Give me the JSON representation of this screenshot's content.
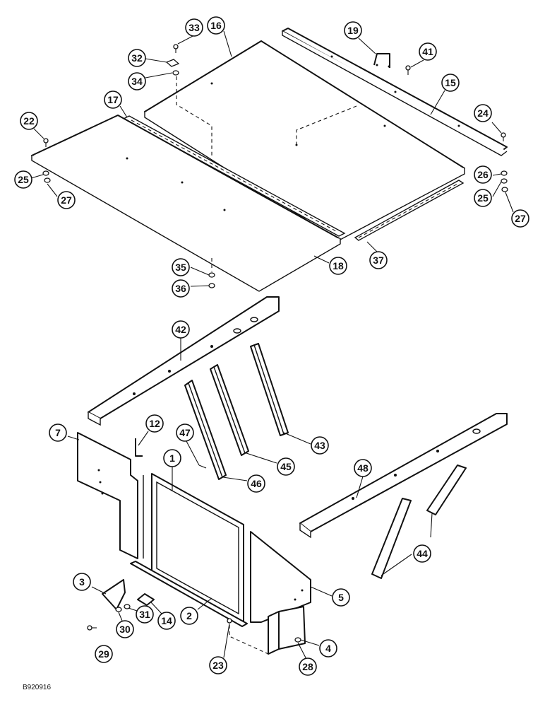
{
  "drawing_id": "B920916",
  "callouts": [
    "33",
    "16",
    "19",
    "41",
    "32",
    "34",
    "15",
    "17",
    "22",
    "24",
    "25",
    "27",
    "26",
    "25",
    "27",
    "37",
    "35",
    "18",
    "36",
    "42",
    "12",
    "7",
    "47",
    "45",
    "43",
    "1",
    "46",
    "48",
    "44",
    "3",
    "5",
    "14",
    "2",
    "31",
    "30",
    "29",
    "23",
    "4",
    "28"
  ],
  "parts": [
    {
      "name": "panel-16"
    },
    {
      "name": "panel-18"
    },
    {
      "name": "channel-15"
    },
    {
      "name": "strip-17"
    },
    {
      "name": "strip-37"
    },
    {
      "name": "rail-42"
    },
    {
      "name": "rail-48"
    },
    {
      "name": "panel-1"
    },
    {
      "name": "side-panel-7"
    },
    {
      "name": "side-panel-5"
    },
    {
      "name": "strap-2"
    },
    {
      "name": "bracket-3"
    },
    {
      "name": "clip-14"
    },
    {
      "name": "bracket-4"
    },
    {
      "name": "brace-43"
    },
    {
      "name": "brace-45"
    },
    {
      "name": "brace-46"
    },
    {
      "name": "brace-44"
    },
    {
      "name": "handle-19"
    },
    {
      "name": "hook-12"
    }
  ]
}
